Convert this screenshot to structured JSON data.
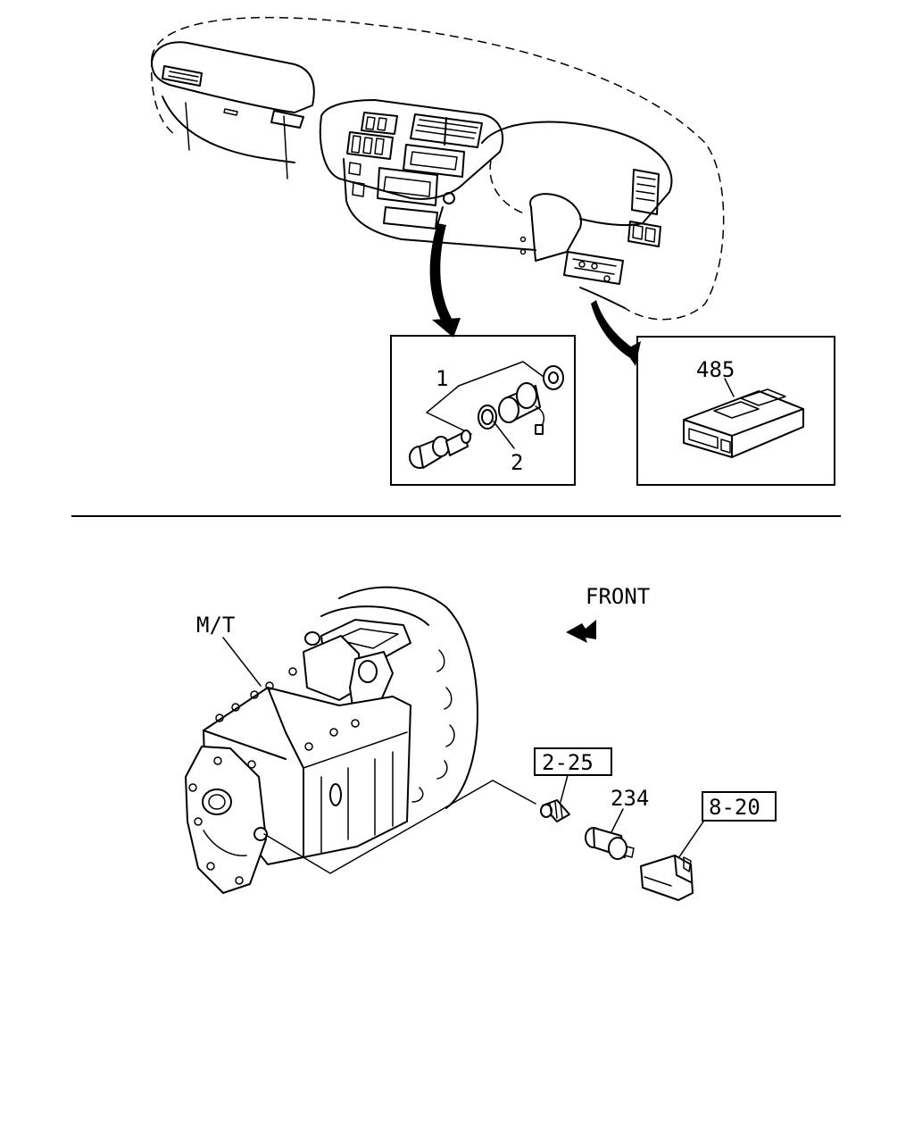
{
  "labels": {
    "part_1": "1",
    "part_2": "2",
    "part_485": "485",
    "manual_transmission": "M/T",
    "front": "FRONT",
    "ref_2_25": "2-25",
    "part_234": "234",
    "ref_8_20": "8-20"
  }
}
